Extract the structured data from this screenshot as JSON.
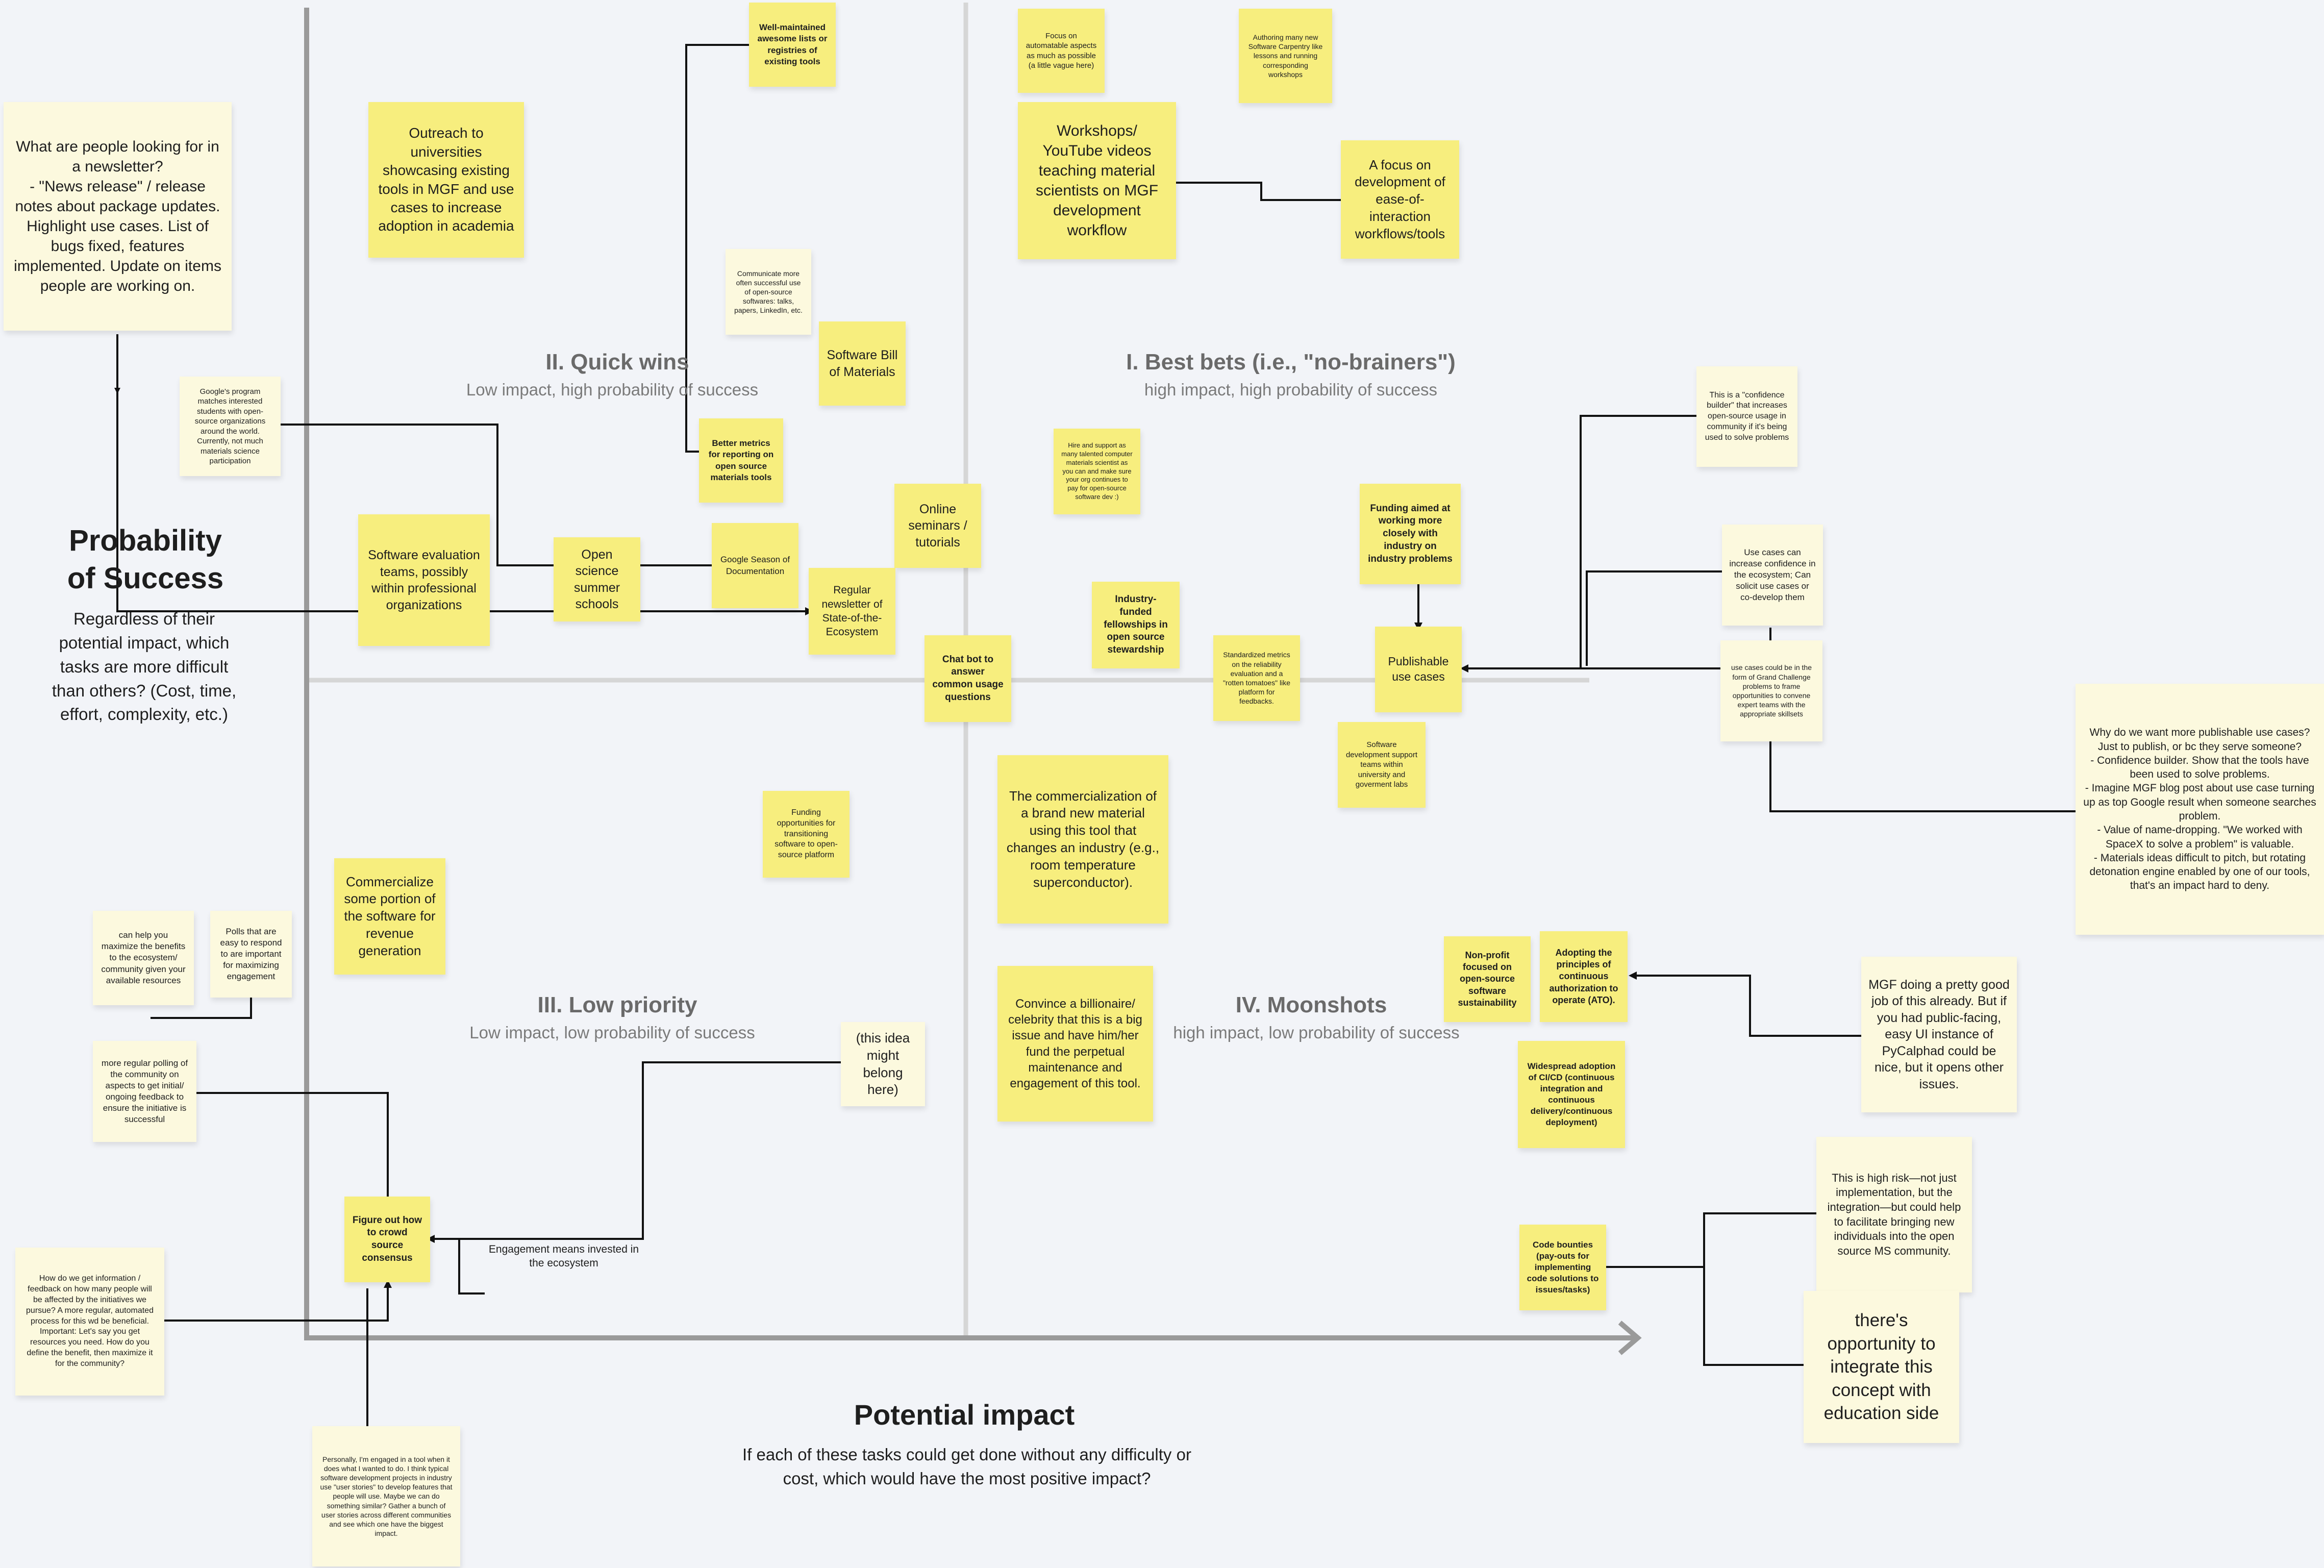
{
  "colors": {
    "background": "#f2f4f8",
    "note_yellow": "#f7ee7e",
    "note_cream": "#fcf9de",
    "axis": "#9a9a9a",
    "quadrant_divider": "#d6d6d6",
    "connector": "#111111"
  },
  "axes": {
    "y_title": "Probability\nof Success",
    "y_desc": "Regardless of their potential impact, which tasks are more difficult than others? (Cost, time, effort, complexity, etc.)",
    "x_title": "Potential impact",
    "x_desc": "If each of these tasks could get done without any difficulty or cost, which would have the most positive impact?"
  },
  "quadrants": {
    "q1": {
      "title": "I. Best bets (i.e., \"no-brainers\")",
      "subtitle": "high impact, high probability of success"
    },
    "q2": {
      "title": "II. Quick wins",
      "subtitle": "Low impact, high probability of success"
    },
    "q3": {
      "title": "III. Low priority",
      "subtitle": "Low impact, low probability of success"
    },
    "q4": {
      "title": "IV. Moonshots",
      "subtitle": "high impact, low probability of success"
    }
  },
  "notes": {
    "newsletter_q": "What are people looking for in a newsletter?\n- \"News release\" / release notes about package updates. Highlight use cases. List of bugs fixed, features implemented. Update on items people are working on.",
    "google_program": "Google's program matches interested students with open-source organizations around the world. Currently, not much materials science participation",
    "outreach": "Outreach to universities showcasing existing tools in MGF and use cases to increase adoption in academia",
    "awesome_lists": "Well-maintained awesome lists or registries of existing tools",
    "communicate": "Communicate more often successful use of open-source softwares: talks, papers, LinkedIn, etc.",
    "sbom": "Software Bill of Materials",
    "better_metrics": "Better metrics for reporting on open source materials tools",
    "sw_eval": "Software evaluation teams, possibly within professional organizations",
    "open_science": "Open science summer schools",
    "gsod": "Google Season of Documentation",
    "online_seminars": "Online seminars / tutorials",
    "regular_newsletter": "Regular newsletter of State-of-the-Ecosystem",
    "chatbot": "Chat bot to answer common usage questions",
    "focus_automatable": "Focus on automatable aspects as much as possible (a little vague here)",
    "authoring_workshops": "Authoring many new Software Carpentry like lessons and running corresponding workshops",
    "workshops_youtube": "Workshops/ YouTube videos teaching material scientists on MGF development workflow",
    "focus_eoi": "A focus on development of ease-of-interaction workflows/tools",
    "hire_support": "Hire and support as many talented computer materials scientist as you can and make sure your org continues to pay for open-source software dev :)",
    "industry_fellowships": "Industry-funded fellowships in open source stewardship",
    "standardized_metrics": "Standardized metrics on the reliability evaluation and a \"rotten tomatoes\" like platform for feedbacks.",
    "funding_industry": "Funding aimed at working more closely with industry on industry problems",
    "publishable": "Publishable use cases",
    "sw_dev_support": "Software development support teams within university and goverment labs",
    "confidence_builder": "This is a \"confidence builder\" that increases open-source usage in community if it's being used to solve problems",
    "use_cases_increase": "Use cases can increase confidence in the ecosystem; Can solicit use cases or co-develop them",
    "grand_challenge": "use cases could be in the form of Grand Challenge problems to frame opportunities to convene expert teams with the appropriate skillsets",
    "why_publishable": "Why do we want more publishable use cases? Just to publish, or bc they serve someone?\n- Confidence builder. Show that the tools have been used to solve problems.\n- Imagine MGF blog post about use case turning up as top Google result when someone searches problem.\n- Value of name-dropping. \"We worked with SpaceX to solve a problem\" is valuable.\n- Materials ideas difficult to pitch, but rotating detonation engine enabled by one of our tools, that's an impact hard to deny.",
    "funding_transition": "Funding opportunities for transitioning software to open-source platform",
    "commercialize": "Commercialize some portion of the software for revenue generation",
    "commercialization": "The commercialization of a brand new material using this tool that changes an industry (e.g., room temperature superconductor).",
    "billionaire": "Convince a billionaire/ celebrity that this is a big issue and have him/her fund the perpetual maintenance and engagement of this tool.",
    "nonprofit": "Non-profit focused on open-source software sustainability",
    "ato": "Adopting the principles of continuous authorization to operate (ATO).",
    "cicd": "Widespread adoption of CI/CD (continuous integration and continuous delivery/continuous deployment)",
    "code_bounties": "Code bounties (pay-outs for implementing code solutions to issues/tasks)",
    "mgf_pretty_good": "MGF doing a pretty good job of this already. But if you had public-facing, easy UI instance of PyCalphad could be nice, but it opens other issues.",
    "high_risk": "This is high risk—not just implementation, but the integration—but could help to facilitate bringing new individuals into the open source MS community.",
    "education_side": "there's opportunity to integrate this concept with education side",
    "this_idea": "(this idea might belong here)",
    "crowd_source": "Figure out how to crowd source consensus",
    "engagement_means": "Engagement means invested in the ecosystem",
    "maximize_benefits": "can help you maximize the benefits to the ecosystem/ community given your available resources",
    "polls": "Polls that are easy to respond to are important for maximizing engagement",
    "regular_polling": "more regular polling of the community on aspects to get initial/ ongoing feedback to ensure the initiative is successful",
    "how_get_info": "How do we get information / feedback on how many people will be affected by the initiatives we pursue? A more regular, automated process for this wd be beneficial.\nImportant: Let's say you get resources you need. How do you define the benefit, then maximize it for the community?",
    "personally": "Personally, I'm engaged in a tool when it does what I wanted to do. I think typical software development projects in industry use \"user stories\" to develop features that people will use. Maybe we can do something similar? Gather a bunch of user stories across different communities and see which one have the biggest impact."
  }
}
